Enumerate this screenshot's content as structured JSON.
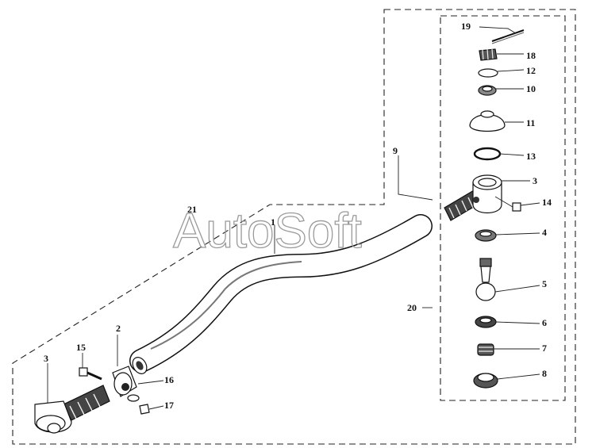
{
  "watermark": "AutoSoft",
  "callouts": [
    {
      "id": "c19",
      "text": "19"
    },
    {
      "id": "c18",
      "text": "18"
    },
    {
      "id": "c12",
      "text": "12"
    },
    {
      "id": "c10",
      "text": "10"
    },
    {
      "id": "c11",
      "text": "11"
    },
    {
      "id": "c9",
      "text": "9"
    },
    {
      "id": "c13",
      "text": "13"
    },
    {
      "id": "c3r",
      "text": "3"
    },
    {
      "id": "c14",
      "text": "14"
    },
    {
      "id": "c21",
      "text": "21"
    },
    {
      "id": "c1",
      "text": "1"
    },
    {
      "id": "c4",
      "text": "4"
    },
    {
      "id": "c20",
      "text": "20"
    },
    {
      "id": "c5",
      "text": "5"
    },
    {
      "id": "c6",
      "text": "6"
    },
    {
      "id": "c2",
      "text": "2"
    },
    {
      "id": "c15",
      "text": "15"
    },
    {
      "id": "c7",
      "text": "7"
    },
    {
      "id": "c3l",
      "text": "3"
    },
    {
      "id": "c16",
      "text": "16"
    },
    {
      "id": "c8",
      "text": "8"
    },
    {
      "id": "c17",
      "text": "17"
    }
  ]
}
